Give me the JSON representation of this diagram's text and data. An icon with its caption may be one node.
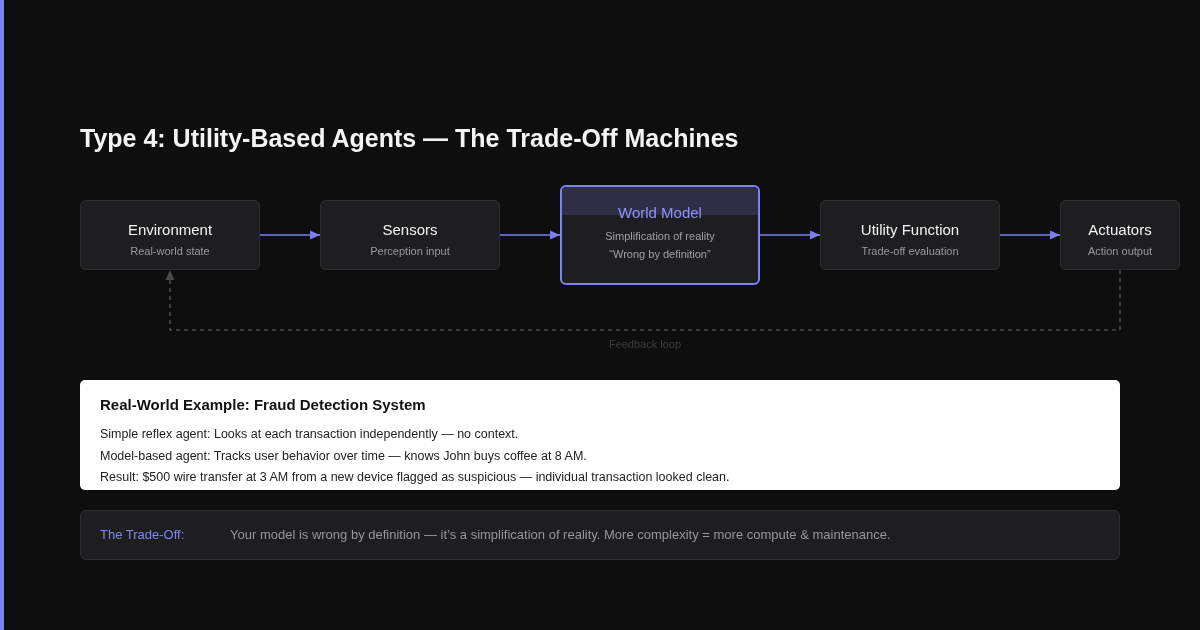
{
  "diagram": {
    "title": "Type 4: Utility-Based Agents — The Trade-Off Machines",
    "nodes": [
      {
        "text": [
          "Environment",
          "Real-world state"
        ]
      },
      {
        "text": [
          "Sensors",
          "Perception input"
        ]
      },
      {
        "text": [
          "World Model",
          "Simplification of reality",
          "“Wrong by definition”"
        ]
      },
      {
        "text": [
          "Utility Function",
          "Trade-off evaluation"
        ]
      },
      {
        "text": [
          "Actuators",
          "Action output"
        ]
      },
      {
        "text": [
          "Real-World Example: Fraud Detection System",
          "Simple reflex agent: Looks at each transaction independently — no context.",
          "Model-based agent: Tracks user behavior over time — knows John buys coffee at 8 AM.",
          "Result: $500 wire transfer at 3 AM from a new device flagged as suspicious — individual transaction looked clean."
        ]
      },
      {
        "text": [
          "The Trade-Off:",
          "Your model is wrong by definition — it’s a simplification of reality. More complexity = more compute & maintenance."
        ]
      }
    ],
    "edges": [
      {
        "from": 0,
        "to": 1,
        "arrow": "to"
      },
      {
        "from": 1,
        "to": 2,
        "arrow": "to"
      },
      {
        "from": 2,
        "to": 3,
        "arrow": "to"
      },
      {
        "from": 3,
        "to": 4,
        "arrow": "to"
      },
      {
        "from": 4,
        "to": 0,
        "arrow": "to",
        "label": "Feedback loop",
        "style": "dashed",
        "color": "#4a4a4a"
      }
    ]
  }
}
